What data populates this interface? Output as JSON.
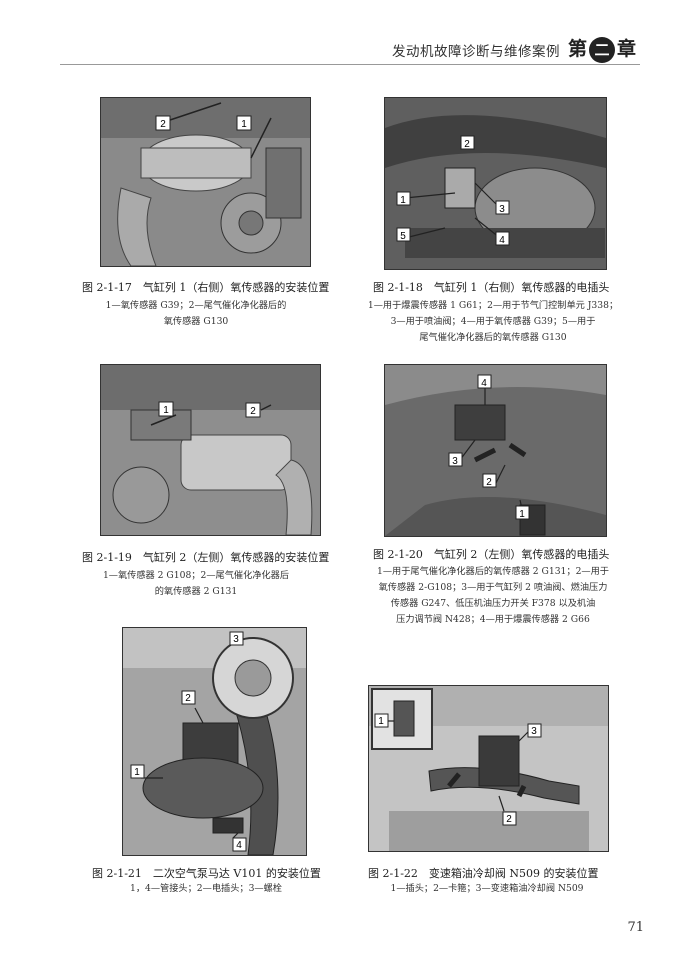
{
  "header": {
    "book_title": "发动机故障诊断与维修案例",
    "chapter_prefix": "第",
    "chapter_number": "二",
    "chapter_suffix": "章"
  },
  "figures": [
    {
      "id": "fig-2-1-17",
      "title": "图 2-1-17　气缸列 1（右侧）氧传感器的安装位置",
      "lines": [
        "1—氧传感器 G39；2—尾气催化净化器后的",
        "氧传感器 G130"
      ],
      "callouts": [
        "2",
        "1"
      ]
    },
    {
      "id": "fig-2-1-18",
      "title": "图 2-1-18　气缸列 1（右侧）氧传感器的电插头",
      "lines": [
        "1—用于爆震传感器 1 G61；2—用于节气门控制单元 J338；",
        "3—用于喷油阀；4—用于氧传感器 G39；5—用于",
        "尾气催化净化器后的氧传感器 G130"
      ],
      "callouts": [
        "2",
        "1",
        "3",
        "5",
        "4"
      ]
    },
    {
      "id": "fig-2-1-19",
      "title": "图 2-1-19　气缸列 2（左侧）氧传感器的安装位置",
      "lines": [
        "1—氧传感器 2 G108；2—尾气催化净化器后",
        "的氧传感器 2 G131"
      ],
      "callouts": [
        "1",
        "2"
      ]
    },
    {
      "id": "fig-2-1-20",
      "title": "图 2-1-20　气缸列 2（左侧）氧传感器的电插头",
      "lines": [
        "1—用于尾气催化净化器后的氧传感器 2 G131；2—用于",
        "氧传感器 2-G108；3—用于气缸列 2 喷油阀、燃油压力",
        "传感器 G247、低压机油压力开关 F378 以及机油",
        "压力调节阀 N428；4—用于爆震传感器 2 G66"
      ],
      "callouts": [
        "4",
        "3",
        "2",
        "1"
      ]
    },
    {
      "id": "fig-2-1-21",
      "title": "图 2-1-21　二次空气泵马达 V101 的安装位置",
      "lines": [
        "1，4—管接头；2—电插头；3—螺栓"
      ],
      "callouts": [
        "3",
        "2",
        "1",
        "4"
      ]
    },
    {
      "id": "fig-2-1-22",
      "title": "图 2-1-22　变速箱油冷却阀 N509 的安装位置",
      "lines": [
        "1—插头；2—卡箍；3—变速箱油冷却阀 N509"
      ],
      "callouts": [
        "1",
        "3",
        "2"
      ]
    }
  ],
  "page_number": "71"
}
